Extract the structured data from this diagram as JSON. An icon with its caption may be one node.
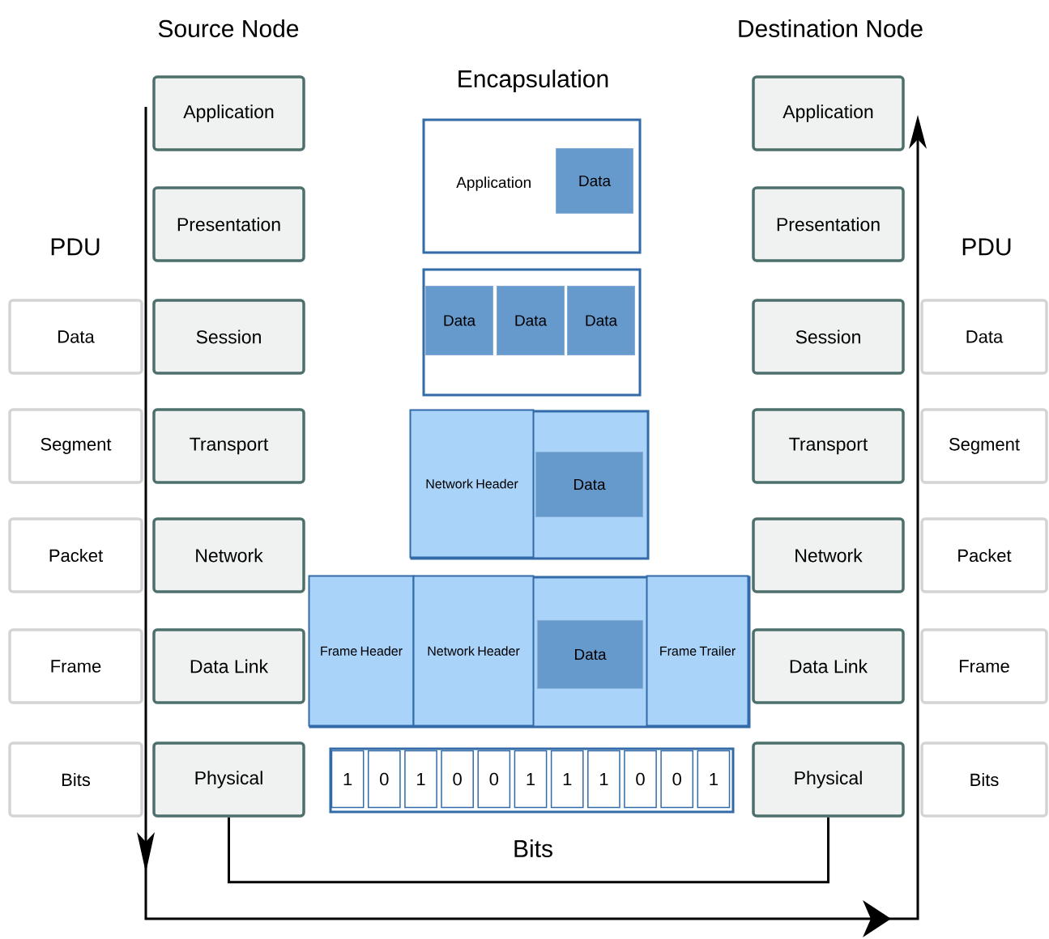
{
  "diagram": {
    "nodes": [
      {
        "text": [
          "Application"
        ]
      },
      {
        "text": [
          "Presentation"
        ]
      },
      {
        "text": [
          "Session"
        ]
      },
      {
        "text": [
          "Transport"
        ]
      },
      {
        "text": [
          "Network"
        ]
      },
      {
        "text": [
          "Data Link"
        ]
      },
      {
        "text": [
          "Physical"
        ]
      },
      {
        "text": [
          "Application"
        ]
      },
      {
        "text": [
          "Presentation"
        ]
      },
      {
        "text": [
          "Session"
        ]
      },
      {
        "text": [
          "Transport"
        ]
      },
      {
        "text": [
          "Network"
        ]
      },
      {
        "text": [
          "Data Link"
        ]
      },
      {
        "text": [
          "Physical"
        ]
      },
      {
        "text": [
          "Data"
        ]
      },
      {
        "text": [
          "Segment"
        ]
      },
      {
        "text": [
          "Packet"
        ]
      },
      {
        "text": [
          "Frame"
        ]
      },
      {
        "text": [
          "Bits"
        ]
      },
      {
        "text": [
          "Data"
        ]
      },
      {
        "text": [
          "Segment"
        ]
      },
      {
        "text": [
          "Packet"
        ]
      },
      {
        "text": [
          "Frame"
        ]
      },
      {
        "text": [
          "Bits"
        ]
      },
      {
        "text": [
          "Application"
        ]
      },
      {
        "text": [
          "Data"
        ],
        "in": 24
      },
      {
        "text": [],
        "shape": "box"
      },
      {
        "text": [
          "Data"
        ],
        "in": 26
      },
      {
        "text": [
          "Data"
        ],
        "in": 26
      },
      {
        "text": [
          "Data"
        ],
        "in": 26
      },
      {
        "text": [],
        "shape": "box"
      },
      {
        "text": [
          "Network Header"
        ],
        "in": 30
      },
      {
        "text": [
          "Data"
        ],
        "in": 30
      },
      {
        "text": [],
        "shape": "box"
      },
      {
        "text": [
          "Frame Header"
        ],
        "in": 33
      },
      {
        "text": [
          "Network Header"
        ],
        "in": 33
      },
      {
        "text": [
          "Data"
        ],
        "in": 33
      },
      {
        "text": [
          "Frame Trailer"
        ],
        "in": 33
      },
      {
        "text": [],
        "shape": "box"
      },
      {
        "text": [
          "1"
        ],
        "in": 38
      },
      {
        "text": [
          "0"
        ],
        "in": 38
      },
      {
        "text": [
          "1"
        ],
        "in": 38
      },
      {
        "text": [
          "0"
        ],
        "in": 38
      },
      {
        "text": [
          "0"
        ],
        "in": 38
      },
      {
        "text": [
          "1"
        ],
        "in": 38
      },
      {
        "text": [
          "1"
        ],
        "in": 38
      },
      {
        "text": [
          "1"
        ],
        "in": 38
      },
      {
        "text": [
          "0"
        ],
        "in": 38
      },
      {
        "text": [
          "0"
        ],
        "in": 38
      },
      {
        "text": [
          "1"
        ],
        "in": 38
      }
    ],
    "edges": [
      {
        "from": 6,
        "to": 13,
        "arrow": "none"
      }
    ],
    "labels": [
      "Source Node",
      "Destination Node",
      "Encapsulation",
      "PDU",
      "PDU",
      "Bits"
    ]
  }
}
